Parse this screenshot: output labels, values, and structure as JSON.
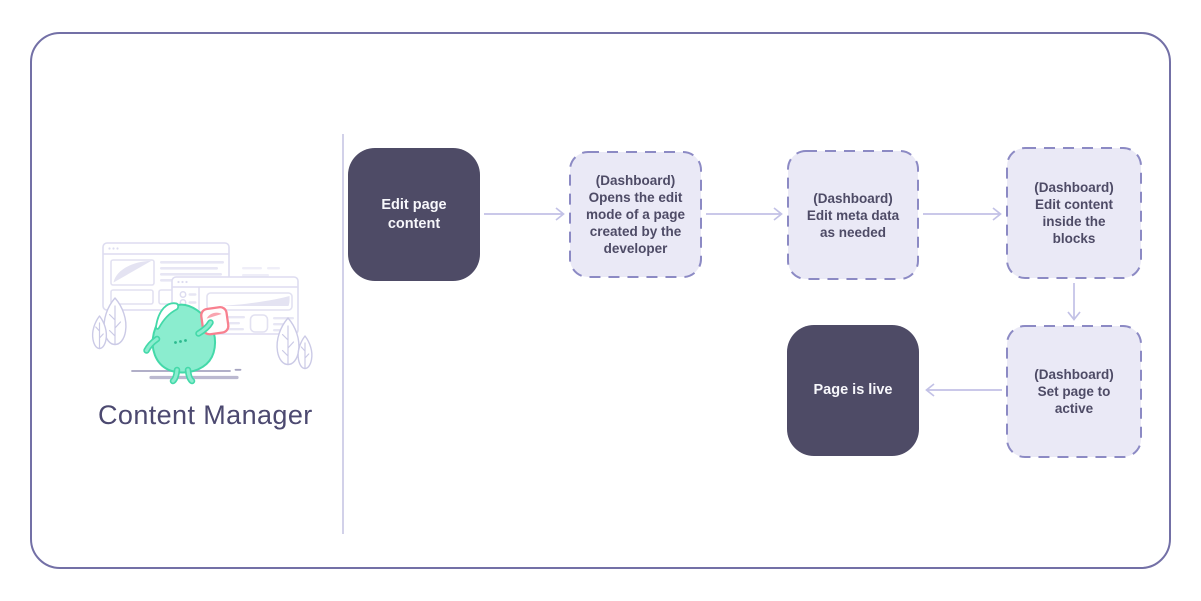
{
  "header": {
    "title": "Content Manager"
  },
  "flow": {
    "nodes": [
      {
        "id": "edit-page-content",
        "style": "solid",
        "label": "Edit page\ncontent"
      },
      {
        "id": "open-edit-mode",
        "style": "dashed",
        "label": "(Dashboard)\nOpens the edit\nmode of a page\ncreated by the\ndeveloper"
      },
      {
        "id": "edit-meta-data",
        "style": "dashed",
        "label": "(Dashboard)\nEdit meta data\nas needed"
      },
      {
        "id": "edit-content-blocks",
        "style": "dashed",
        "label": "(Dashboard)\nEdit content\ninside the\nblocks"
      },
      {
        "id": "set-page-active",
        "style": "dashed",
        "label": "(Dashboard)\nSet page to\nactive"
      },
      {
        "id": "page-is-live",
        "style": "solid",
        "label": "Page is live"
      }
    ],
    "connections": [
      {
        "from": "edit-page-content",
        "to": "open-edit-mode",
        "direction": "right"
      },
      {
        "from": "open-edit-mode",
        "to": "edit-meta-data",
        "direction": "right"
      },
      {
        "from": "edit-meta-data",
        "to": "edit-content-blocks",
        "direction": "right"
      },
      {
        "from": "edit-content-blocks",
        "to": "set-page-active",
        "direction": "down"
      },
      {
        "from": "set-page-active",
        "to": "page-is-live",
        "direction": "left"
      }
    ]
  },
  "illustration": {
    "icons": [
      "browser-window-icon",
      "browser-window-icon",
      "plant-leaves-icon",
      "plant-leaves-icon",
      "mascot-icon",
      "pink-card-icon",
      "ground-line"
    ]
  },
  "colors": {
    "card-border": "#7370A6",
    "divider": "#D2D1E9",
    "node-solid-bg": "#4E4B66",
    "node-solid-text": "#F7F7FB",
    "node-dashed-bg": "#EAE9F6",
    "node-dashed-border": "#8C8AC4",
    "node-dashed-text": "#4E4B66",
    "arrow": "#C2C1E6",
    "title-text": "#4C4970",
    "mascot-teal": "#8BEDCF",
    "mascot-teal-stroke": "#44D9A9",
    "card-pink": "#F8808F",
    "card-pink-swoosh": "#F9A4AF",
    "window-stroke": "#DDDCF0",
    "placeholder-fill": "#E7E6F4",
    "plant-stroke": "#CBCAE6",
    "ground": "#A6A4C0"
  }
}
